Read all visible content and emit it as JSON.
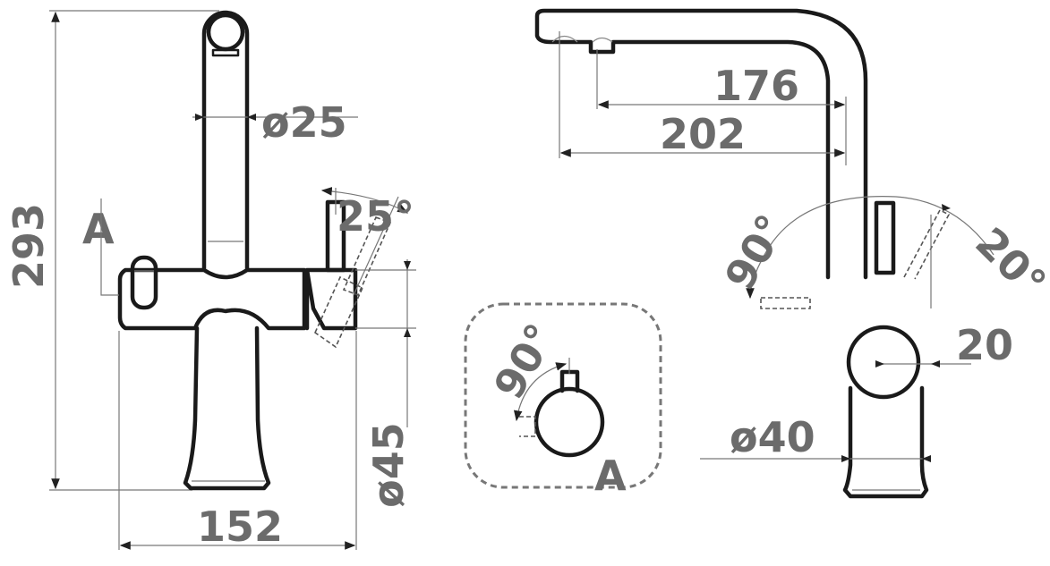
{
  "colors": {
    "outline": "#1a1a1a",
    "dimension_text": "#6b6b6b"
  },
  "front_view": {
    "height": "293",
    "width": "152",
    "spout_diameter": "ø25",
    "body_diameter": "ø45",
    "lever_angle": "25°",
    "detail_marker": "A"
  },
  "detail_a": {
    "angle": "90°",
    "label": "A"
  },
  "side_view": {
    "reach_inner": "176",
    "reach_outer": "202",
    "swivel_angle": "90°",
    "lever_angle": "20°",
    "offset": "20",
    "base_diameter": "ø40"
  }
}
